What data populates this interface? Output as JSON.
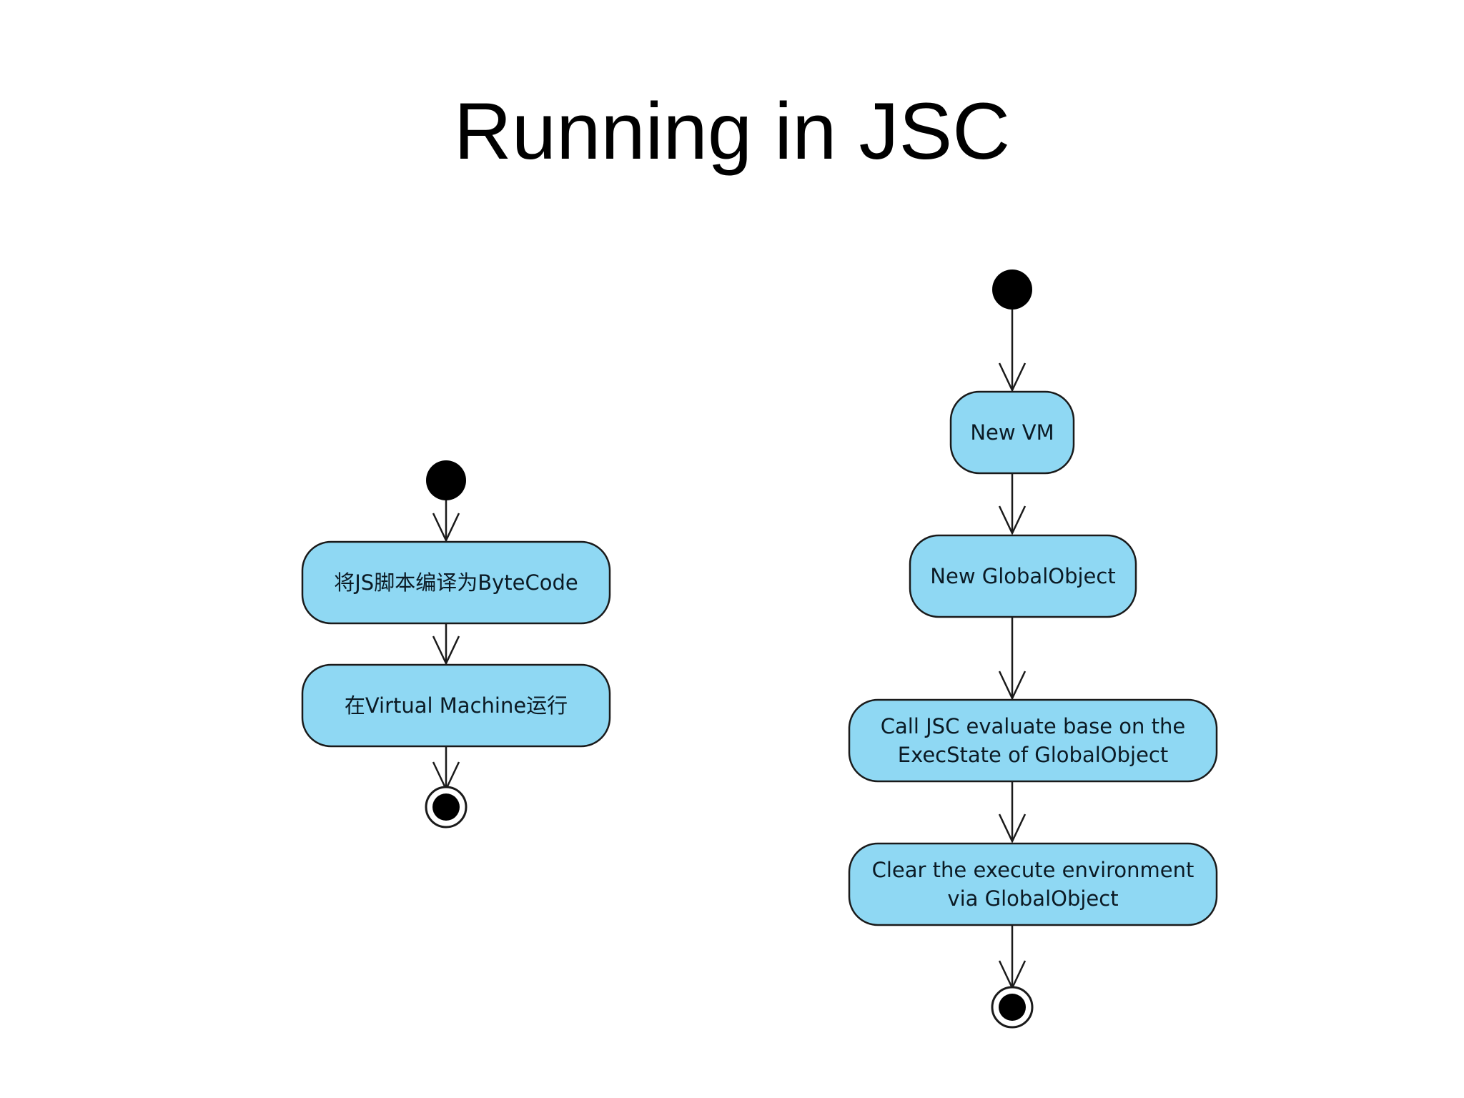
{
  "title": "Running in JSC",
  "colors": {
    "node_fill": "#8fd8f3",
    "node_stroke": "#1a1a1a",
    "terminal": "#000000",
    "connector": "#1a1a1a"
  },
  "left_flow": {
    "steps": [
      {
        "lines": [
          "将JS脚本编译为ByteCode"
        ]
      },
      {
        "lines": [
          "在Virtual Machine运行"
        ]
      }
    ]
  },
  "right_flow": {
    "steps": [
      {
        "lines": [
          "New VM"
        ]
      },
      {
        "lines": [
          "New GlobalObject"
        ]
      },
      {
        "lines": [
          "Call JSC evaluate base on the",
          "ExecState of GlobalObject"
        ]
      },
      {
        "lines": [
          "Clear the execute environment",
          "via GlobalObject"
        ]
      }
    ]
  }
}
